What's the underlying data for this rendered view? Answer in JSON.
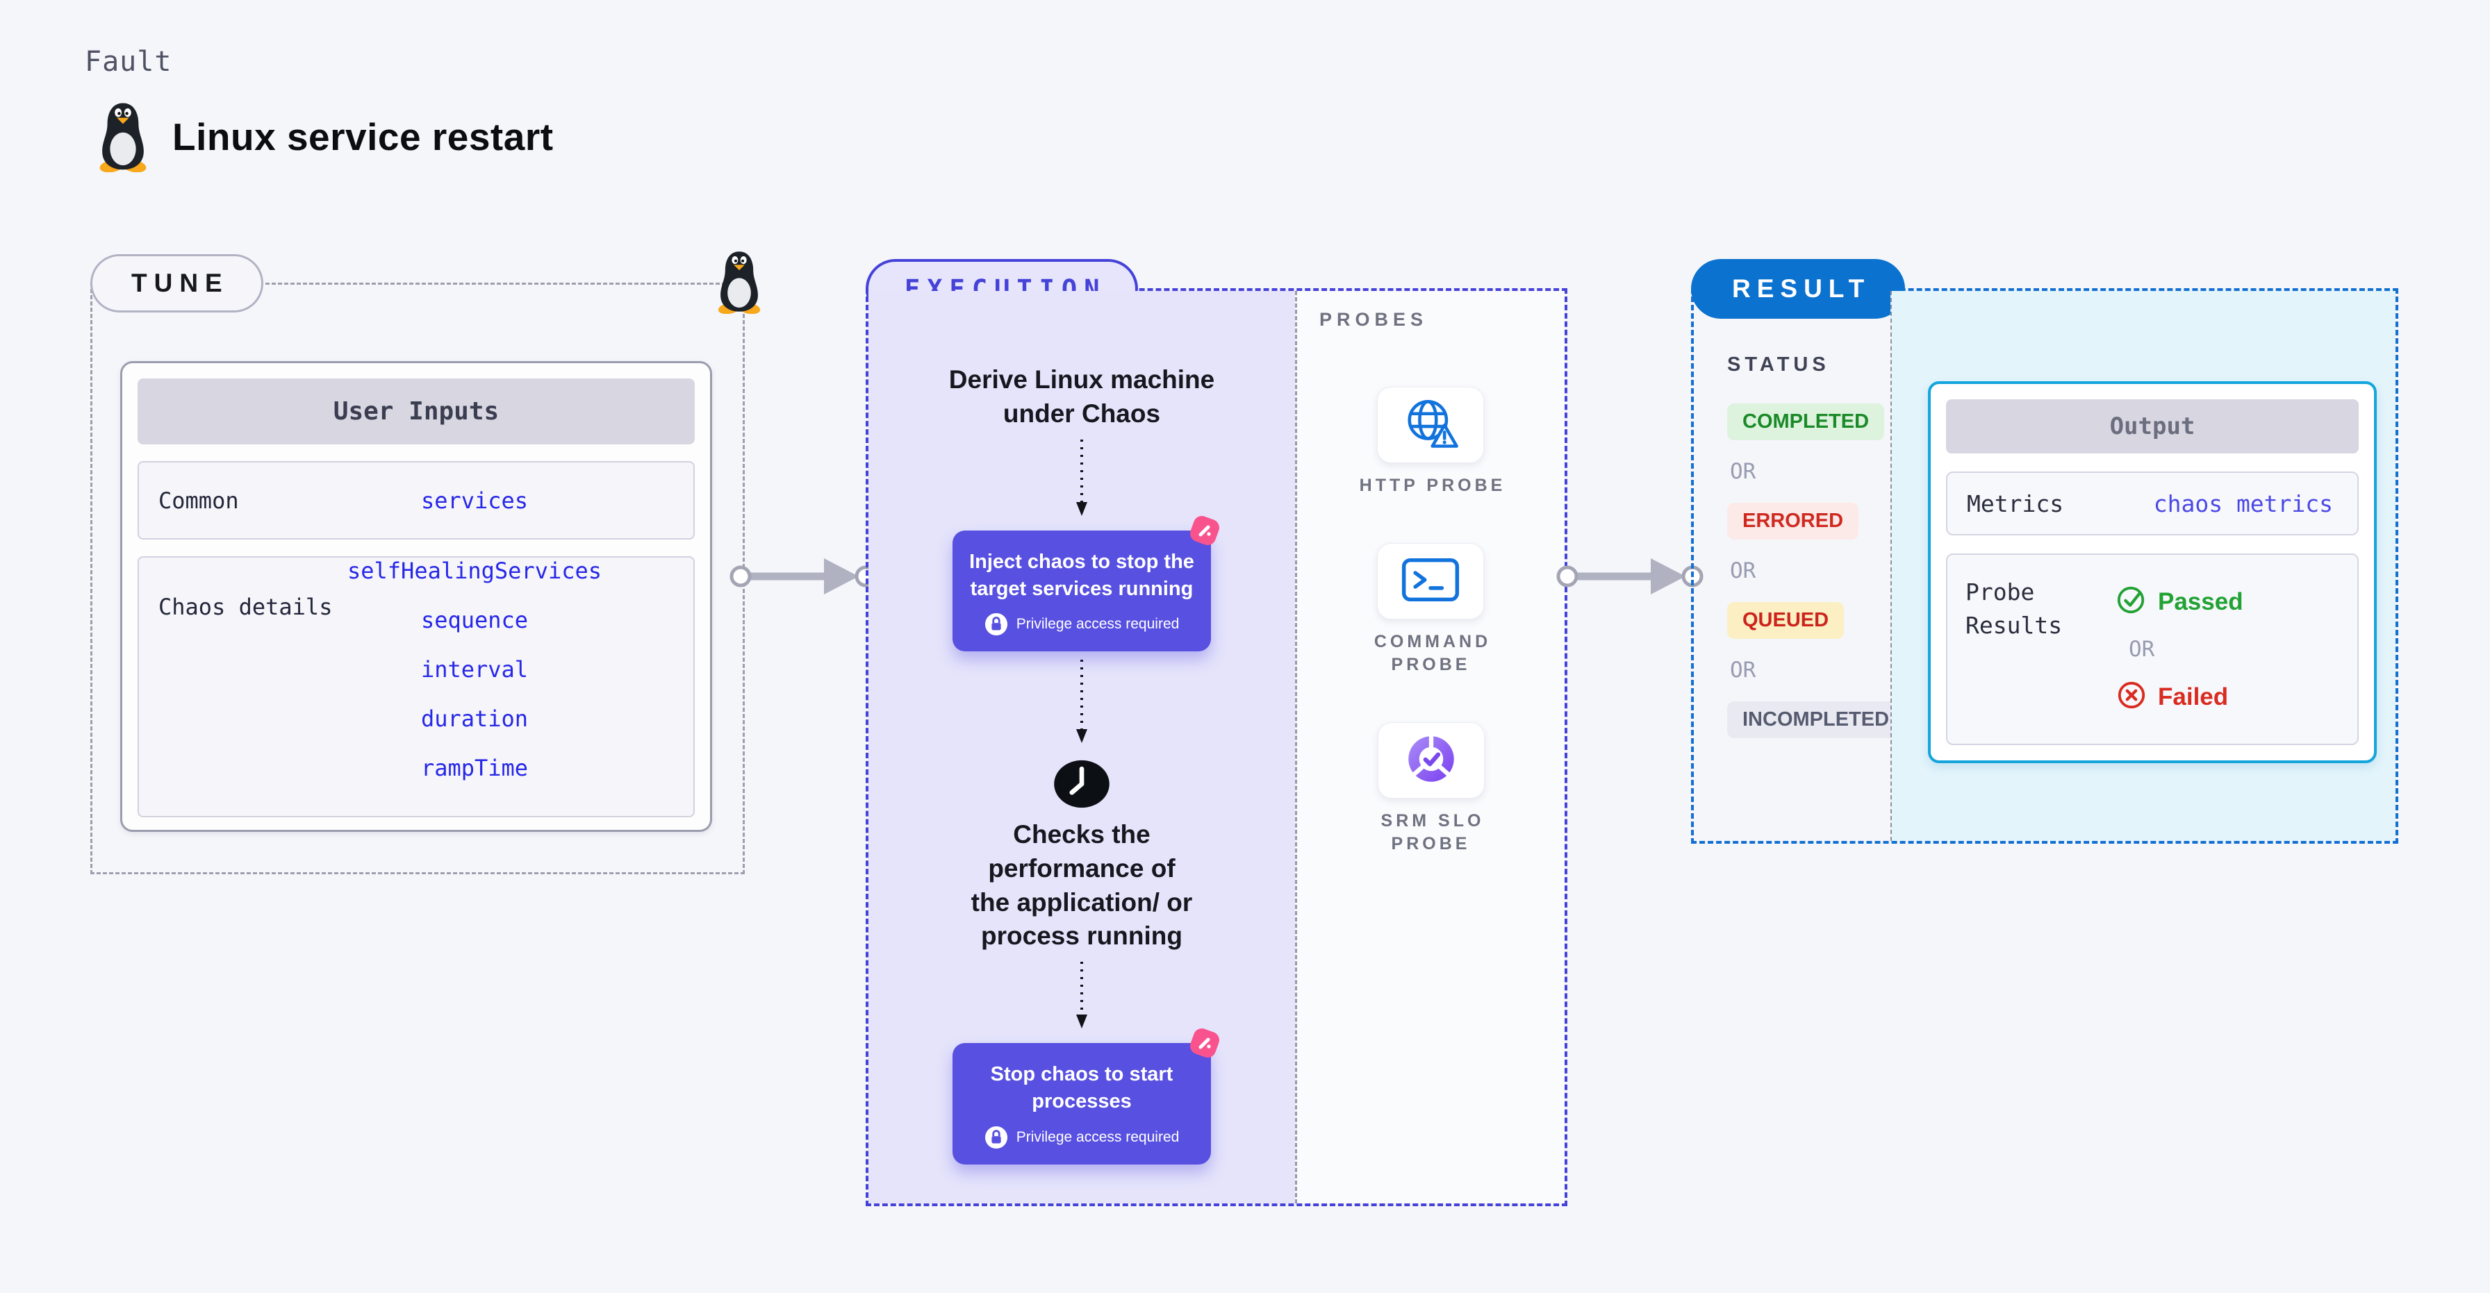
{
  "page": {
    "fault_label": "Fault",
    "title": "Linux service restart"
  },
  "tune": {
    "label": "TUNE",
    "user_inputs": {
      "title": "User Inputs",
      "rows": [
        {
          "label": "Common",
          "values": [
            "services"
          ]
        },
        {
          "label": "Chaos details",
          "values": [
            "selfHealingServices",
            "sequence",
            "interval",
            "duration",
            "rampTime"
          ]
        }
      ]
    }
  },
  "execution": {
    "label": "EXECUTION",
    "steps": {
      "derive": "Derive Linux machine\nunder Chaos",
      "inject": {
        "title": "Inject chaos to stop the\ntarget services running",
        "note": "Privilege access required"
      },
      "checks": "Checks the\nperformance of\nthe application/ or\nprocess running",
      "stop": {
        "title": "Stop chaos to start\nprocesses",
        "note": "Privilege access required"
      }
    }
  },
  "probes": {
    "label": "PROBES",
    "items": [
      {
        "name": "HTTP PROBE",
        "icon": "globe-alert-icon"
      },
      {
        "name": "COMMAND\nPROBE",
        "icon": "terminal-icon"
      },
      {
        "name": "SRM SLO\nPROBE",
        "icon": "slo-donut-check-icon"
      }
    ]
  },
  "result": {
    "label": "RESULT",
    "status": {
      "label": "STATUS",
      "or_label": "OR",
      "badges": [
        {
          "text": "COMPLETED",
          "state": "completed"
        },
        {
          "text": "ERRORED",
          "state": "errored"
        },
        {
          "text": "QUEUED",
          "state": "queued"
        },
        {
          "text": "INCOMPLETED",
          "state": "incompleted"
        }
      ]
    },
    "output": {
      "title": "Output",
      "metrics_label": "Metrics",
      "metrics_value": "chaos metrics",
      "probe_results_label": "Probe\nResults",
      "passed": "Passed",
      "or_label": "OR",
      "failed": "Failed"
    }
  },
  "colors": {
    "page_bg": "#f5f6fa",
    "execution_accent": "#4542d8",
    "execution_fill": "#e5e4fb",
    "chaos_card": "#5850e0",
    "pink_logo": "#f9538e",
    "result_accent": "#1270d2",
    "result_pill": "#0b72cf",
    "output_border": "#14a5db",
    "output_fill": "#e3f4fb",
    "value_blue": "#2727e8",
    "metrics_blue": "#4b49e4",
    "probe_icon_blue": "#1273dd",
    "srm_purple": "#7a3ff0",
    "completed_green": "#1a8a28",
    "errored_red": "#cf2920",
    "queued_red": "#cc231b",
    "incompleted_gray": "#565b70",
    "passed_green": "#21a233",
    "failed_red": "#d92b1f",
    "connector_gray": "#b0b2c2"
  }
}
